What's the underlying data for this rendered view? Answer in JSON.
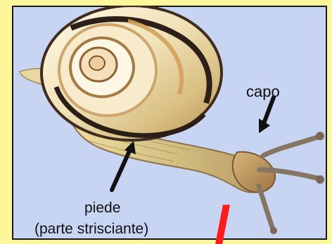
{
  "image": {
    "background_color": "#fdf79b",
    "photo_background_color": "#c7d4f2",
    "accent_color": "#ff1b1b"
  },
  "labels": {
    "head": "capo",
    "foot_line_1": "piede",
    "foot_line_2": "(parte strisciante)"
  },
  "icons": {
    "head_pointer": "arrow-icon",
    "foot_pointer": "arrow-icon",
    "red_marker": "red-marker-icon"
  }
}
